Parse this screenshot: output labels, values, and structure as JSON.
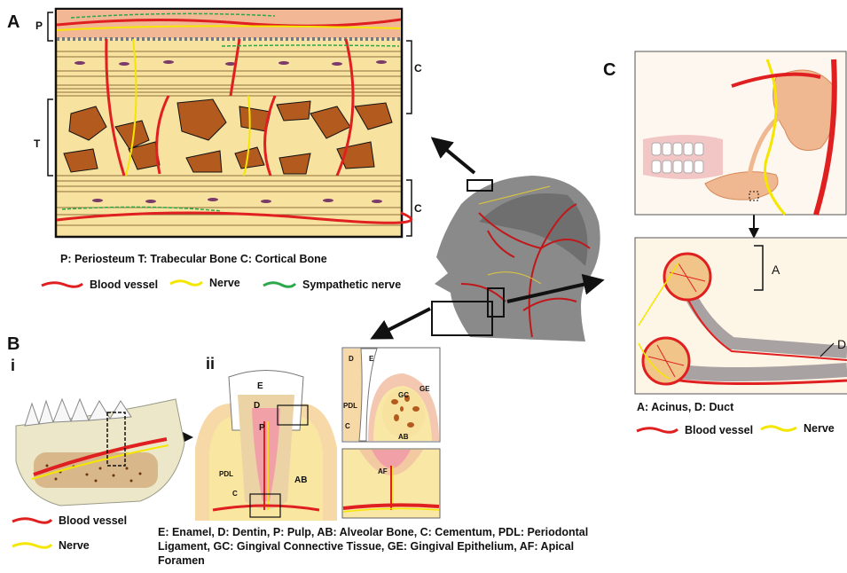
{
  "panels": {
    "a": {
      "letter": "A",
      "bracket_p": "P",
      "bracket_t": "T",
      "bracket_c_top": "C",
      "bracket_c_bottom": "C",
      "caption": "P: Periosteum T: Trabecular Bone C: Cortical Bone",
      "legend": [
        {
          "label": "Blood vessel",
          "color": "#e02020"
        },
        {
          "label": "Nerve",
          "color": "#f5e600"
        },
        {
          "label": "Sympathetic nerve",
          "color": "#2aa84a"
        }
      ]
    },
    "b": {
      "letter": "B",
      "sub_i": "i",
      "sub_ii": "ii",
      "tooth_labels": {
        "e": "E",
        "d": "D",
        "p": "P",
        "pdl": "PDL",
        "c": "C",
        "ab": "AB"
      },
      "zoom_labels": {
        "d": "D",
        "e": "E",
        "ge": "GE",
        "gc": "GC",
        "pdl": "PDL",
        "c": "C",
        "ab": "AB",
        "af": "AF"
      },
      "legend": [
        {
          "label": "Blood vessel",
          "color": "#e02020"
        },
        {
          "label": "Nerve",
          "color": "#f5e600"
        }
      ],
      "caption": "E: Enamel, D: Dentin, P: Pulp, AB: Alveolar Bone, C: Cementum, PDL: Periodontal Ligament, GC: Gingival Connective Tissue, GE: Gingival Epithelium, AF: Apical Foramen"
    },
    "c": {
      "letter": "C",
      "acinus_label": "A",
      "duct_label": "D",
      "caption": "A: Acinus, D: Duct",
      "legend": [
        {
          "label": "Blood vessel",
          "color": "#e02020"
        },
        {
          "label": "Nerve",
          "color": "#f5e600"
        }
      ]
    }
  },
  "colors": {
    "bone_bg": "#f7e2a0",
    "periosteum": "#f2b896",
    "trabecula": "#b35a1f",
    "vessel": "#e02020",
    "nerve": "#f5e600",
    "sympathetic": "#2aa84a"
  }
}
